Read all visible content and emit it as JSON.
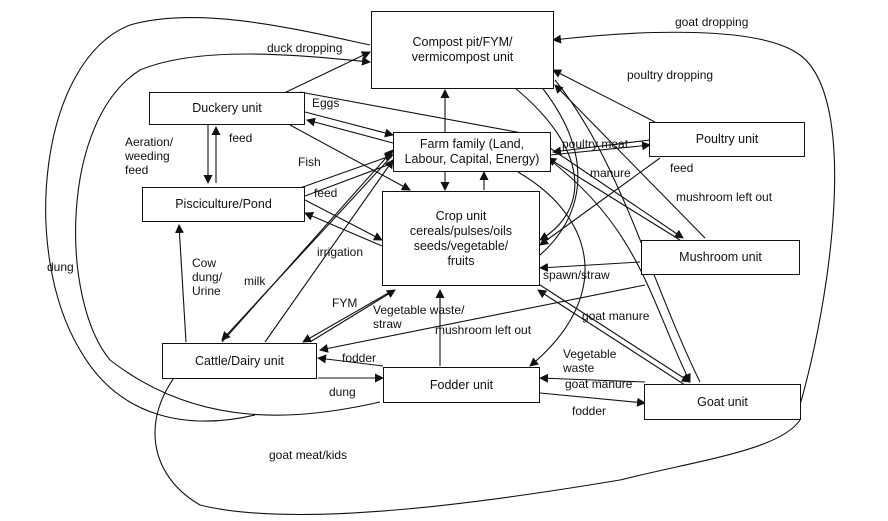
{
  "nodes": {
    "compost": "Compost pit/FYM/\nvermicompost unit",
    "duckery": "Duckery unit",
    "farm_family": "Farm family (Land,\nLabour, Capital, Energy)",
    "poultry": "Poultry unit",
    "pisciculture": "Pisciculture/Pond",
    "crop": "Crop unit\ncereals/pulses/oils\nseeds/vegetable/\nfruits",
    "mushroom": "Mushroom unit",
    "cattle": "Cattle/Dairy unit",
    "fodder": "Fodder unit",
    "goat": "Goat unit"
  },
  "labels": {
    "goat_dropping": "goat dropping",
    "duck_dropping": "duck dropping",
    "poultry_dropping": "poultry dropping",
    "eggs": "Eggs",
    "aeration": "Aeration/\nweeding\nfeed",
    "feed_duck": "feed",
    "fish": "Fish",
    "poultry_meat": "poultry meat",
    "feed_poultry": "feed",
    "manure": "manure",
    "mushroom_left_out_top": "mushroom left out",
    "feed_pond": "feed",
    "dung_left": "dung",
    "irrigation": "irrigation",
    "spawn_straw": "spawn/straw",
    "cow_dung": "Cow\ndung/\nUrine",
    "milk": "milk",
    "fym": "FYM",
    "veg_waste_straw": "Vegetable waste/\nstraw",
    "mushroom_left_out_mid": "mushroom left out",
    "goat_manure_top": "goat manure",
    "fodder_label": "fodder",
    "veg_waste": "Vegetable\nwaste",
    "goat_manure_bottom": "goat manure",
    "dung_bottom": "dung",
    "fodder_bottom": "fodder",
    "goat_meat": "goat meat/kids"
  }
}
